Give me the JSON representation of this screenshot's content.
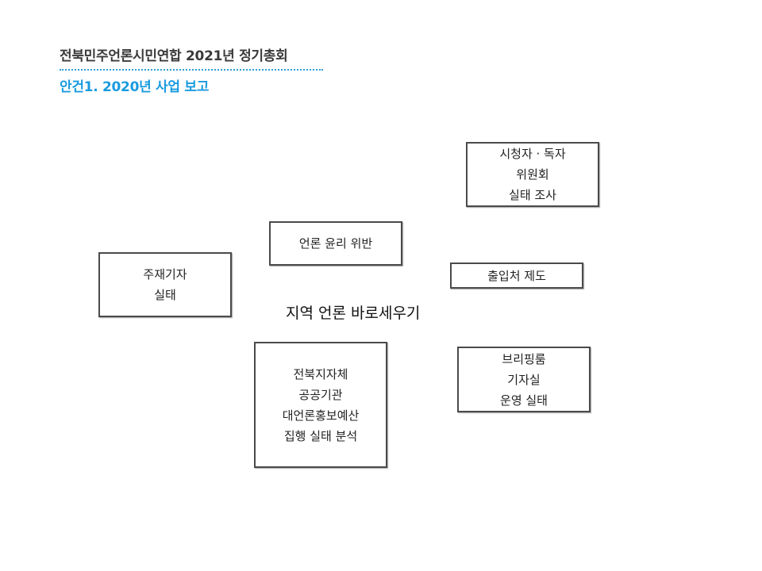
{
  "header": {
    "title": "전북민주언론시민연합 2021년 정기총회",
    "subtitle": "안건1. 2020년 사업 보고"
  },
  "diagram": {
    "center": "지역 언론 바로세우기",
    "boxes": {
      "viewer_committee": [
        "시청자 · 독자",
        "위원회",
        "실태 조사"
      ],
      "ethics_violation": [
        "언론 윤리 위반"
      ],
      "resident_reporter": [
        "주재기자",
        "실태"
      ],
      "press_pass": [
        "출입처 제도"
      ],
      "ad_budget": [
        "전북지자체",
        "공공기관",
        "대언론홍보예산",
        "집행 실태 분석"
      ],
      "briefing_room": [
        "브리핑룸",
        "기자실",
        "운영 실태"
      ]
    }
  }
}
